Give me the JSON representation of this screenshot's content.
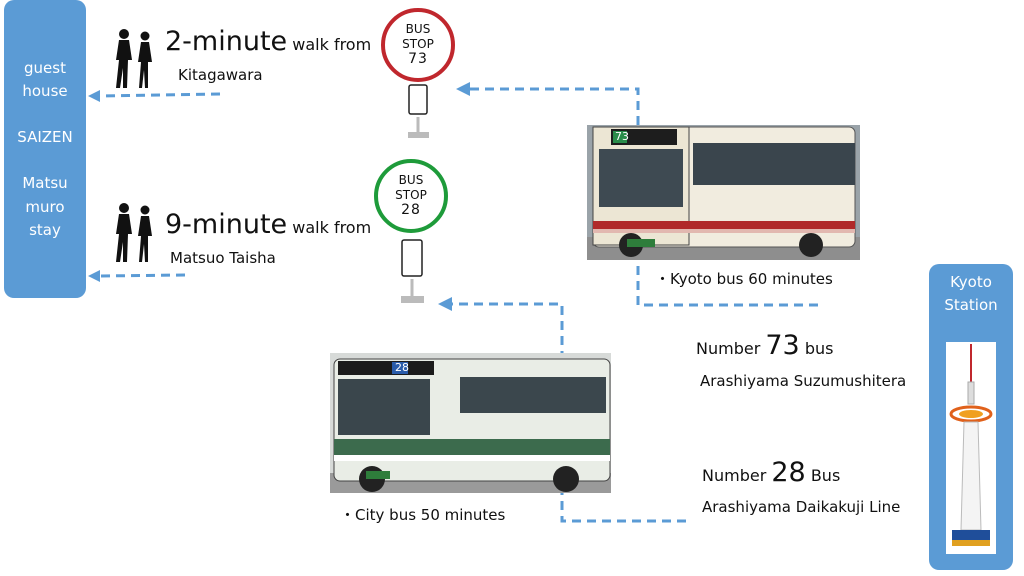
{
  "guest_house": {
    "line1": "guest",
    "line2": "house",
    "line3": "SAIZEN",
    "line4": "Matsu",
    "line5": "muro",
    "line6": "stay"
  },
  "station": {
    "line1": "Kyoto",
    "line2": "Station"
  },
  "stop73": {
    "line1": "BUS",
    "line2": "STOP",
    "number": "73",
    "ring_color": "#c0272d"
  },
  "stop28": {
    "line1": "BUS",
    "line2": "STOP",
    "number": "28",
    "ring_color": "#1e9b3a"
  },
  "walk1": {
    "time": "2-minute",
    "suffix": "walk from",
    "place": "Kitagawara"
  },
  "walk2": {
    "time": "9-minute",
    "suffix": "walk from",
    "place": "Matsuo Taisha"
  },
  "kyoto_bus_caption": "・Kyoto bus 60 minutes",
  "city_bus_caption": "・City bus 50 minutes",
  "bus73": {
    "prefix": "Number",
    "number": "73",
    "suffix": "bus",
    "route": "Arashiyama Suzumushitera"
  },
  "bus28": {
    "prefix": "Number",
    "number": "28",
    "suffix": "Bus",
    "route": "Arashiyama Daikakuji Line"
  },
  "bus73_sign": {
    "number": "73"
  },
  "bus28_sign": {
    "number": "28"
  },
  "colors": {
    "arrow": "#5b9bd5",
    "box": "#5b9bd5"
  }
}
